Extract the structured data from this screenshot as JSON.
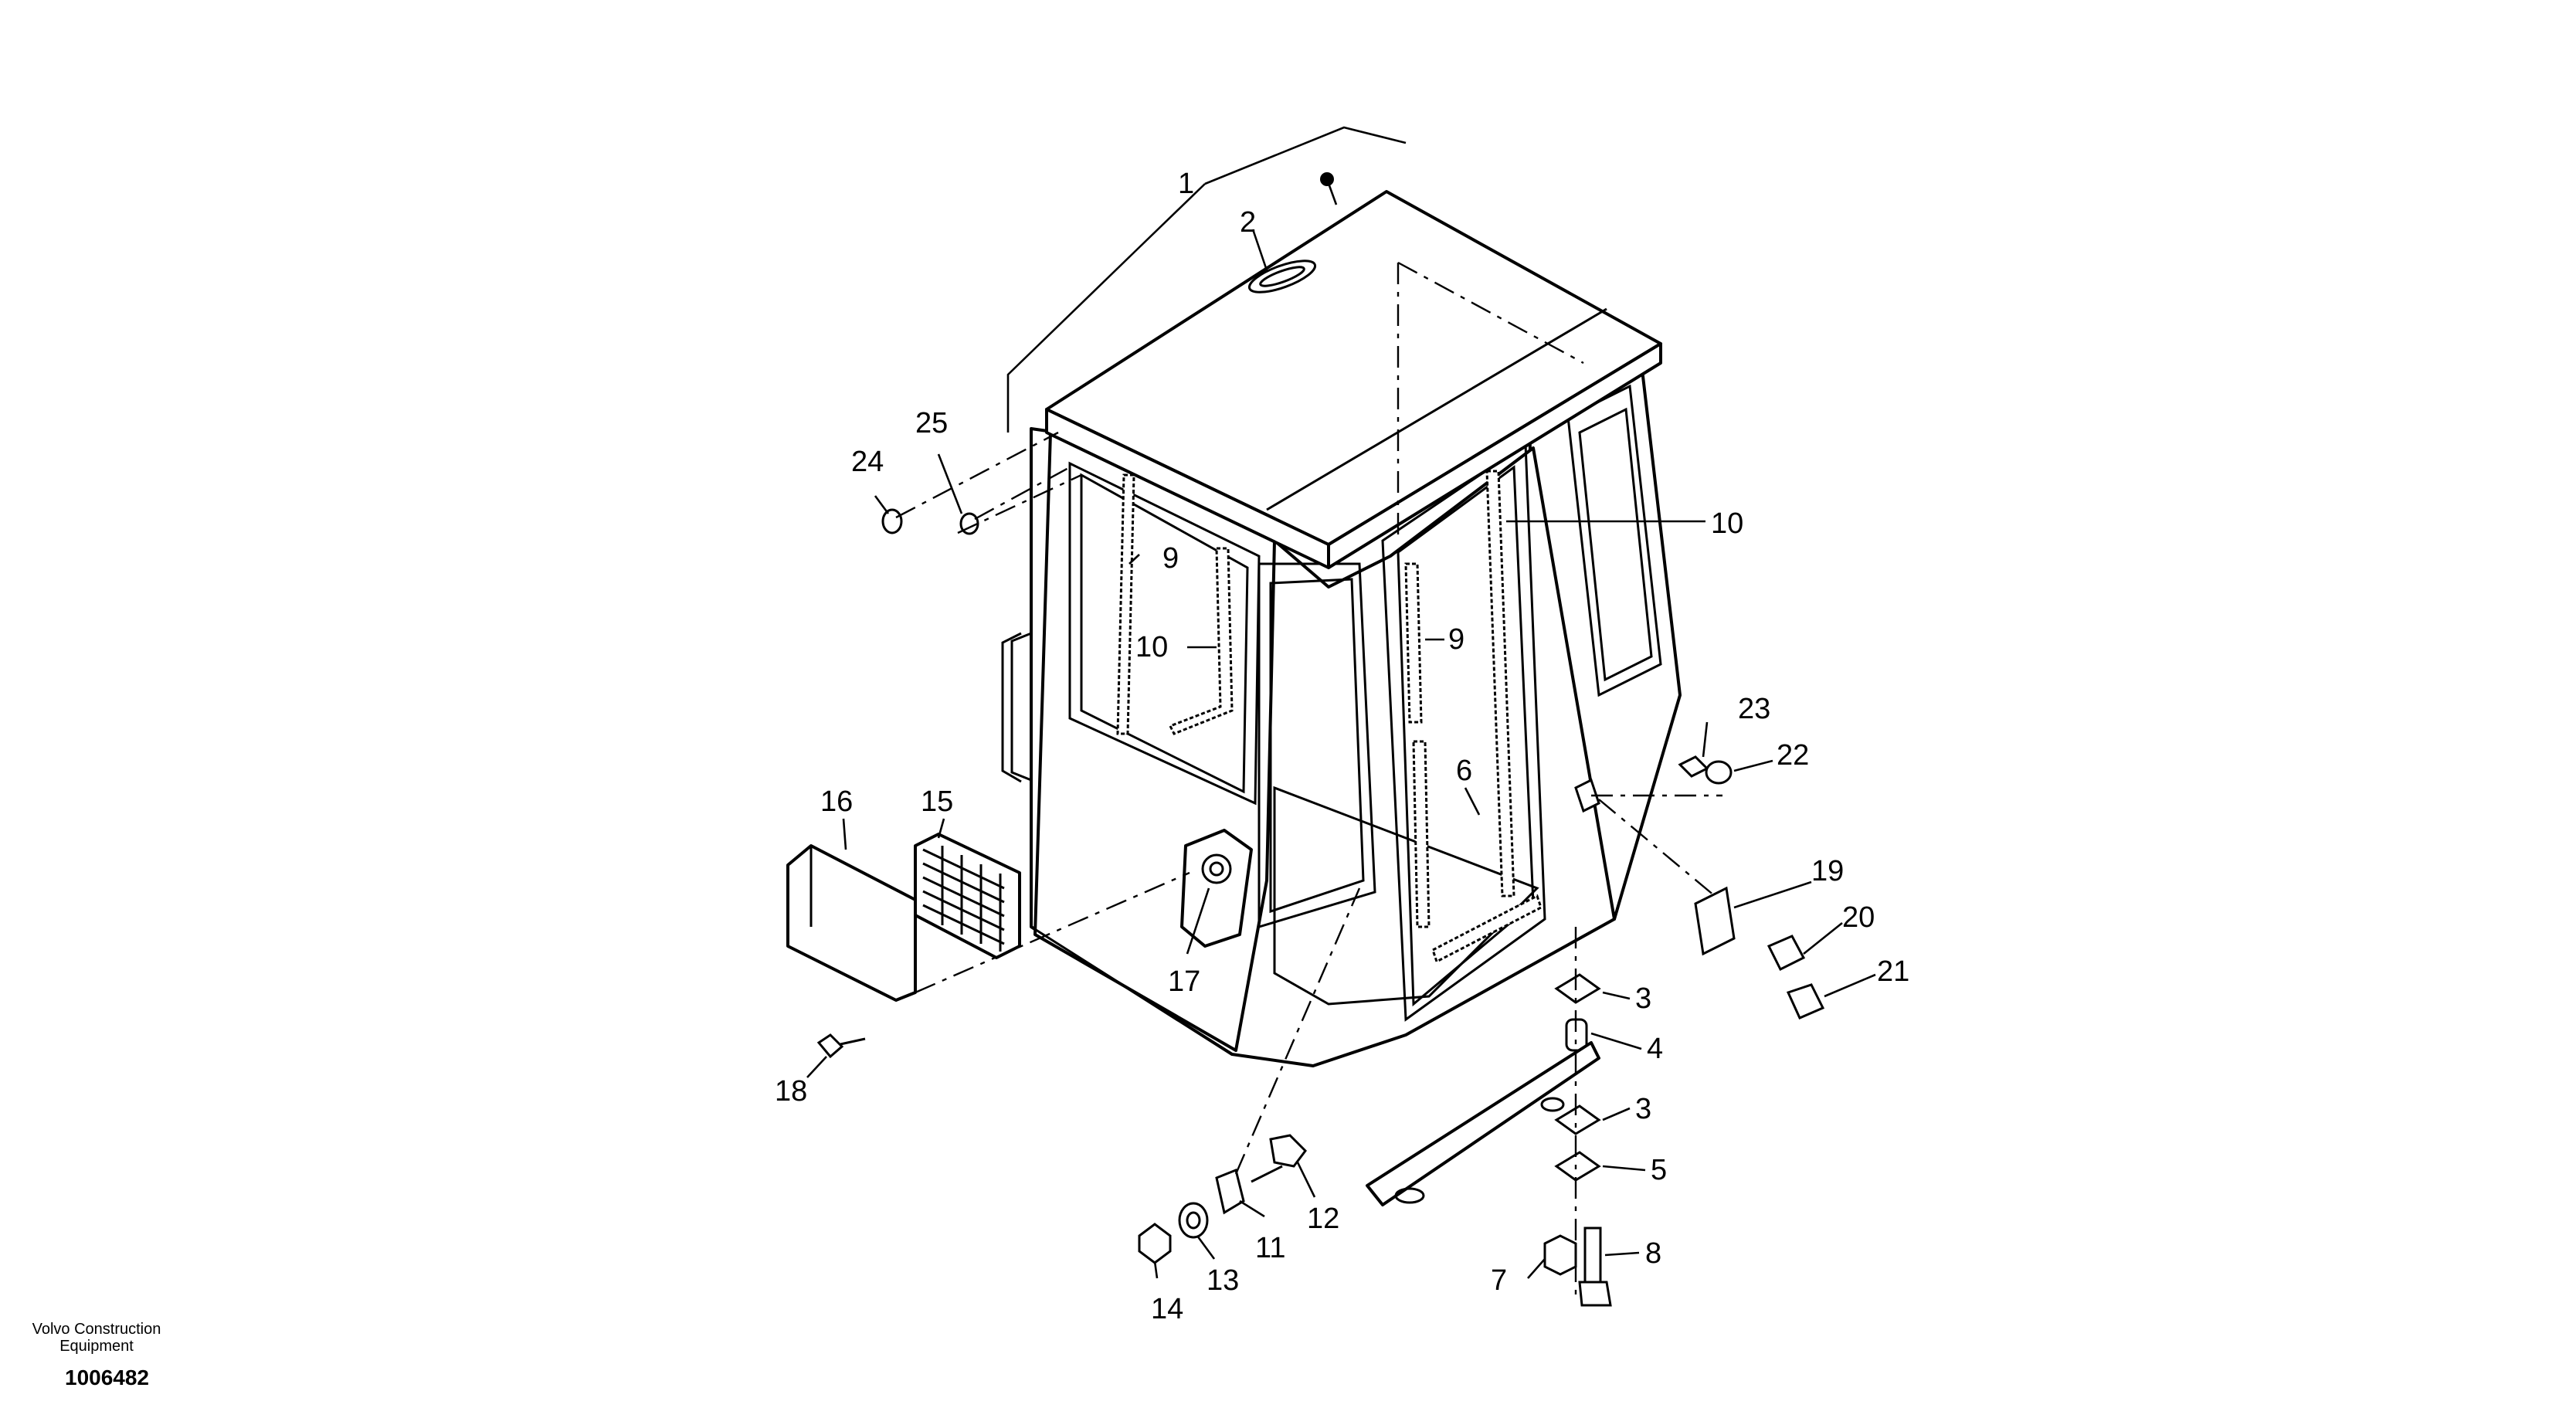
{
  "footer": {
    "brand": "Volvo Construction\nEquipment",
    "document_number": "1006482"
  },
  "callouts": {
    "c1": "1",
    "c2": "2",
    "c3a": "3",
    "c3b": "3",
    "c4": "4",
    "c5": "5",
    "c6": "6",
    "c7": "7",
    "c8": "8",
    "c9a": "9",
    "c9b": "9",
    "c10a": "10",
    "c10b": "10",
    "c11": "11",
    "c12": "12",
    "c13": "13",
    "c14": "14",
    "c15": "15",
    "c16": "16",
    "c17": "17",
    "c18": "18",
    "c19": "19",
    "c20": "20",
    "c21": "21",
    "c22": "22",
    "c23": "23",
    "c24": "24",
    "c25": "25"
  }
}
